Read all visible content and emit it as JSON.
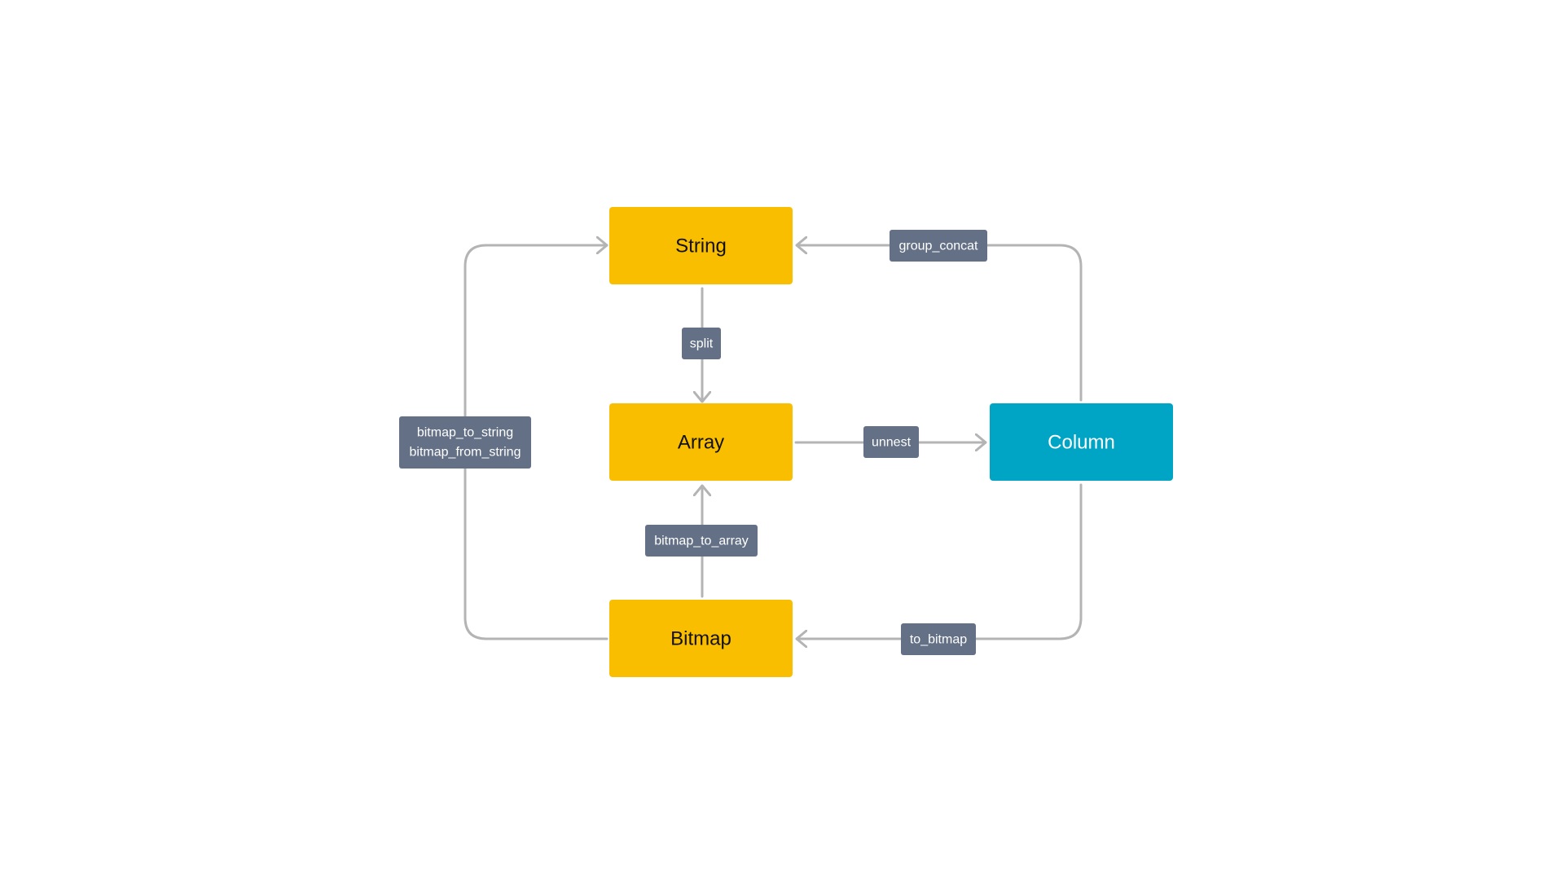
{
  "colors": {
    "background": "#ffffff",
    "node_yellow": "#FABE00",
    "node_blue": "#00A5C5",
    "node_text_dark": "#111111",
    "node_text_light": "#ffffff",
    "edge_line": "#B4B4B4",
    "label_bg": "#637086",
    "label_text": "#ffffff"
  },
  "nodes": {
    "string": {
      "label": "String",
      "color": "yellow"
    },
    "array": {
      "label": "Array",
      "color": "yellow"
    },
    "bitmap": {
      "label": "Bitmap",
      "color": "yellow"
    },
    "column": {
      "label": "Column",
      "color": "blue"
    }
  },
  "edges": {
    "split": {
      "from": "String",
      "to": "Array",
      "label": [
        "split"
      ]
    },
    "unnest": {
      "from": "Array",
      "to": "Column",
      "label": [
        "unnest"
      ]
    },
    "bitmap_to_array": {
      "from": "Bitmap",
      "to": "Array",
      "label": [
        "bitmap_to_array"
      ]
    },
    "group_concat": {
      "from": "Column",
      "to": "String",
      "label": [
        "group_concat"
      ]
    },
    "to_bitmap": {
      "from": "Column",
      "to": "Bitmap",
      "label": [
        "to_bitmap"
      ]
    },
    "bitmap_string": {
      "from": "Bitmap",
      "to": "String",
      "label": [
        "bitmap_to_string",
        "bitmap_from_string"
      ]
    }
  }
}
